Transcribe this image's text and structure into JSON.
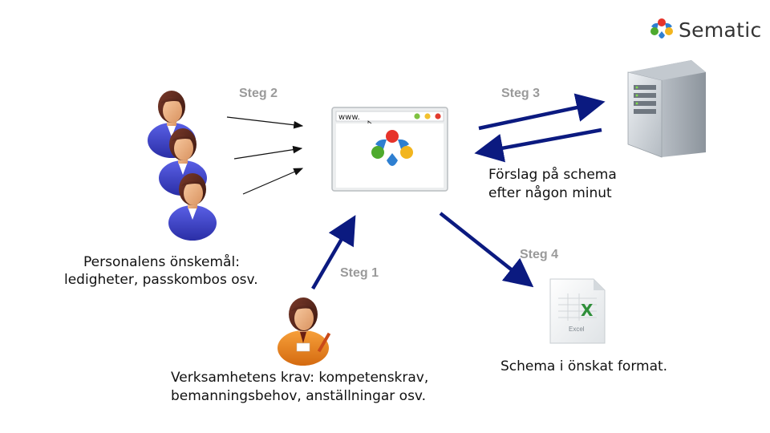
{
  "logo": {
    "text": "Sematic"
  },
  "steps": {
    "step1": "Steg 1",
    "step2": "Steg 2",
    "step3": "Steg 3",
    "step4": "Steg 4"
  },
  "browser": {
    "address": "www."
  },
  "labels": {
    "staff_wishes_line1": "Personalens önskemål:",
    "staff_wishes_line2": "ledigheter,  passkombos osv.",
    "business_line1": "Verksamhetens krav: kompetenskrav,",
    "business_line2": "bemanningsbehov,  anställningar osv.",
    "proposal_line1": "Förslag på schema",
    "proposal_line2": "efter någon minut",
    "schedule_format": "Schema i önskat format."
  },
  "excel_icon": {
    "caption": "Excel",
    "letter": "X"
  },
  "colors": {
    "arrow_blue": "#0b1a80",
    "step_gray": "#9a9a9a",
    "person_shirt": "#3b3fc9",
    "manager_shirt": "#f08a1c",
    "excel_green": "#2f8f3a"
  }
}
